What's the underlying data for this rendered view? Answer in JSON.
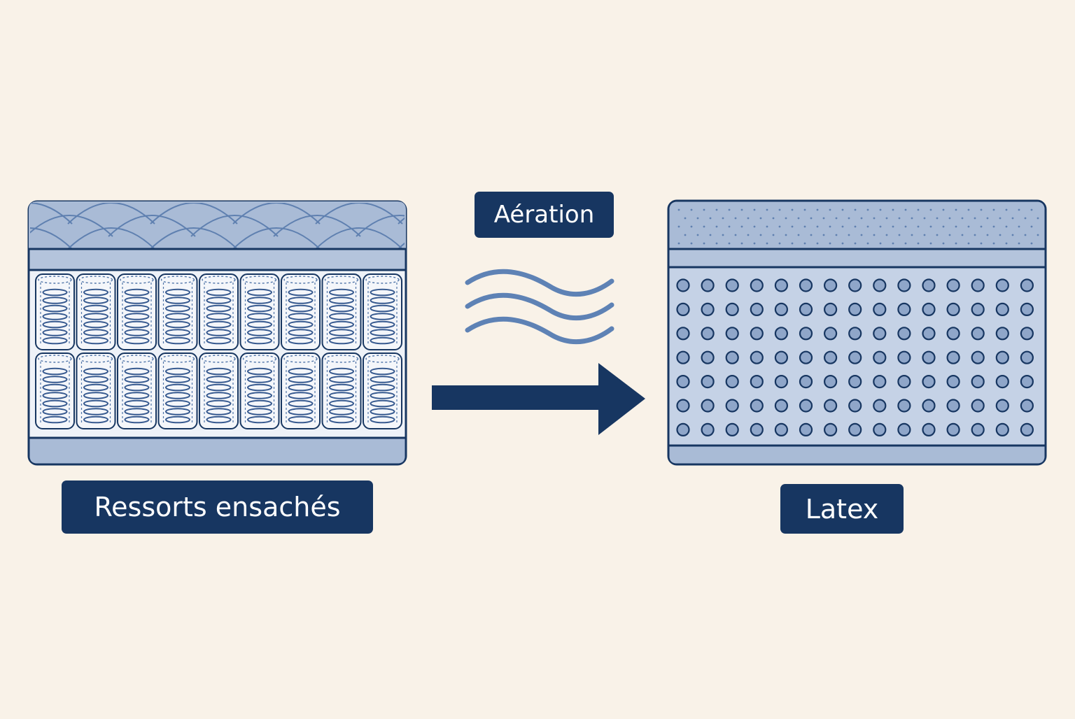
{
  "labels": {
    "left": "Ressorts ensachés",
    "middle": "Aération",
    "right": "Latex"
  },
  "colors": {
    "background": "#f9f2e8",
    "navy": "#173661",
    "panel_fill": "#bccbe1",
    "layer_fill": "#a9bbd6",
    "line": "#4f74a8",
    "wave": "#5e82b5"
  },
  "spring_grid": {
    "columns": 9,
    "rows": 2
  },
  "latex_grid": {
    "columns": 15,
    "rows": 7
  }
}
